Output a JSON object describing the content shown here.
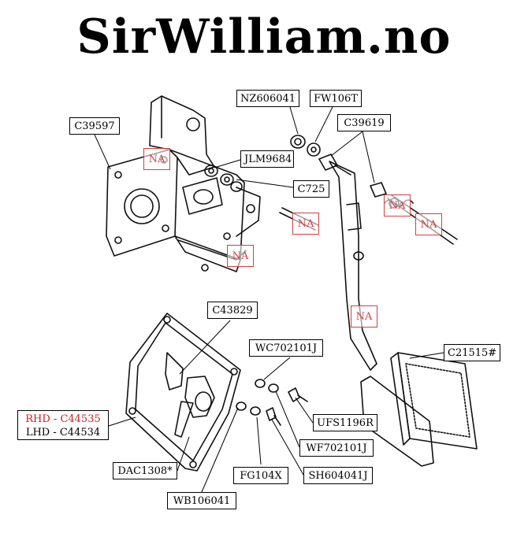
{
  "site": {
    "title": "SirWilliam.no"
  },
  "na_label": "NA",
  "parts": {
    "c39597": "C39597",
    "nz606041": "NZ606041",
    "fw106t": "FW106T",
    "c39619": "C39619",
    "jlm9684": "JLM9684",
    "c725": "C725",
    "c43829": "C43829",
    "wc702101j": "WC702101J",
    "c21515": "C21515#",
    "ufs1196r": "UFS1196R",
    "rhd": "RHD - C44535",
    "lhd": "LHD - C44534",
    "wf702101j": "WF702101J",
    "dac1308": "DAC1308*",
    "fg104x": "FG104X",
    "sh604041j": "SH604041J",
    "wb106041": "WB106041"
  },
  "colors": {
    "na": "#d04040",
    "rhd": "#cc2222",
    "line": "#000000"
  }
}
